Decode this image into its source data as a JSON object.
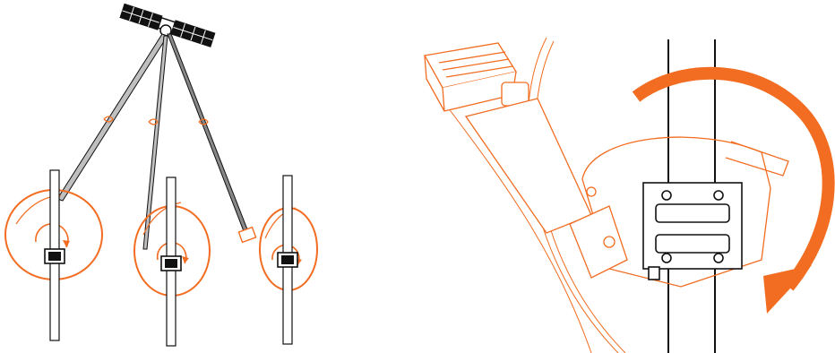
{
  "diagram": {
    "accent_color": "#f26d21",
    "line_color": "#1a1a1a",
    "satellite_panel_color": "#111111",
    "left_panel": {
      "icons": [
        "satellite-icon",
        "signal-line",
        "pole",
        "dish-antenna",
        "rotation-arrow"
      ],
      "dishes": 3
    },
    "right_panel": {
      "icons": [
        "dish-closeup",
        "pole-mount-bracket",
        "rotation-arrow",
        "lnb-box"
      ]
    }
  }
}
